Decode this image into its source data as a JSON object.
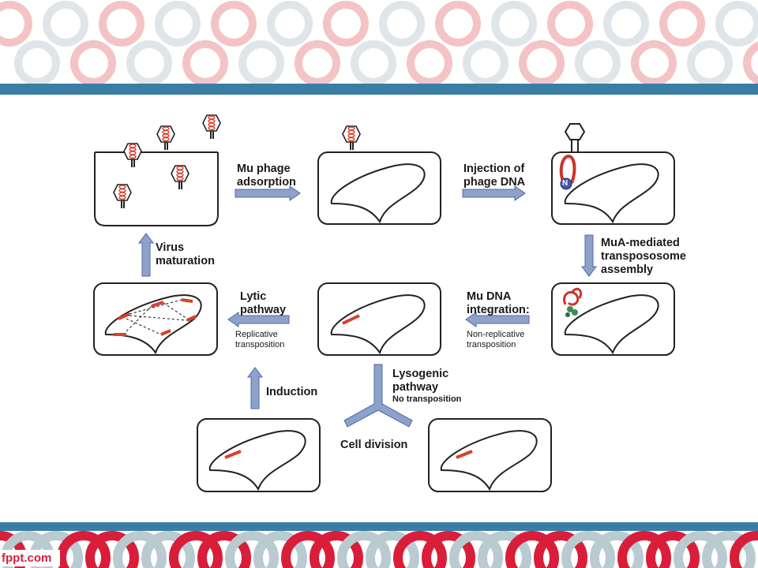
{
  "labels": {
    "adsorption": "Mu phage\nadsorption",
    "injection": "Injection of\nphage DNA",
    "transpososome": "MuA-mediated\ntranspososome\nassembly",
    "integration": "Mu DNA\nintegration:",
    "non_replicative": "Non-replicative\ntransposition",
    "lytic": "Lytic\npathway",
    "replicative": "Replicative\ntransposition",
    "maturation": "Virus\nmaturation",
    "lysogenic": "Lysogenic\npathway",
    "no_transposition": "No transposition",
    "induction": "Induction",
    "cell_division": "Cell division",
    "n_marker": "N"
  },
  "footer": {
    "brand": "fppt.com"
  },
  "colors": {
    "blue_bar": "#3a7ea5",
    "ring_pink": "#f3c3c6",
    "ring_grey": "#dfe5e8",
    "ring_red": "#d81e3b",
    "ring_slate": "#b9cbd0",
    "arrow_fill": "#8ea2c9",
    "arrow_stroke": "#4e69a6",
    "dna_red": "#d9402a",
    "box_stroke": "#222222"
  }
}
